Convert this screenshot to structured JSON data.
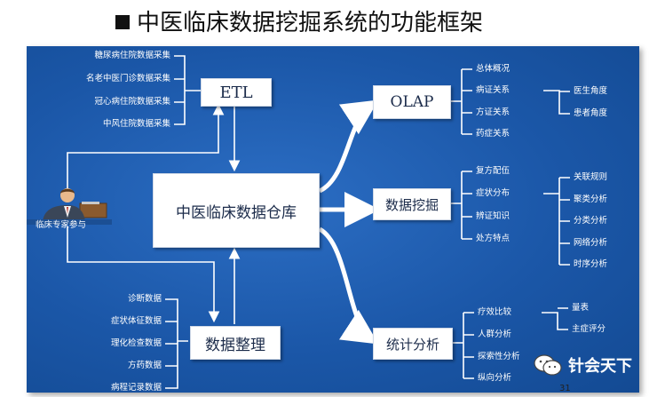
{
  "title": "中医临床数据挖掘系统的功能框架",
  "nodes": {
    "etl": "ETL",
    "warehouse": "中医临床数据仓库",
    "olap": "OLAP",
    "mining": "数据挖掘",
    "stats": "统计分析",
    "cleanup": "数据整理"
  },
  "etl_sources": [
    "糖尿病住院数据采集",
    "名老中医门诊数据采集",
    "冠心病住院数据采集",
    "中风住院数据采集"
  ],
  "expert_label": "临床专家参与",
  "olap_items": [
    "总体概况",
    "病证关系",
    "方证关系",
    "药症关系"
  ],
  "olap_sub": [
    "医生角度",
    "患者角度"
  ],
  "mining_items": [
    "复方配伍",
    "症状分布",
    "辨证知识",
    "处方特点"
  ],
  "mining_sub": [
    "关联规则",
    "聚类分析",
    "分类分析",
    "网络分析",
    "时序分析"
  ],
  "stats_items": [
    "疗效比较",
    "人群分析",
    "探索性分析",
    "纵向分析"
  ],
  "stats_sub": [
    "量表",
    "主症评分"
  ],
  "cleanup_sources": [
    "诊断数据",
    "症状体征数据",
    "理化检查数据",
    "方药数据",
    "病程记录数据"
  ],
  "watermark": "针会天下",
  "page_number": "31",
  "colors": {
    "panel": "#1b57a8",
    "wire": "#ffffff",
    "box_text": "#1b2b4a"
  }
}
